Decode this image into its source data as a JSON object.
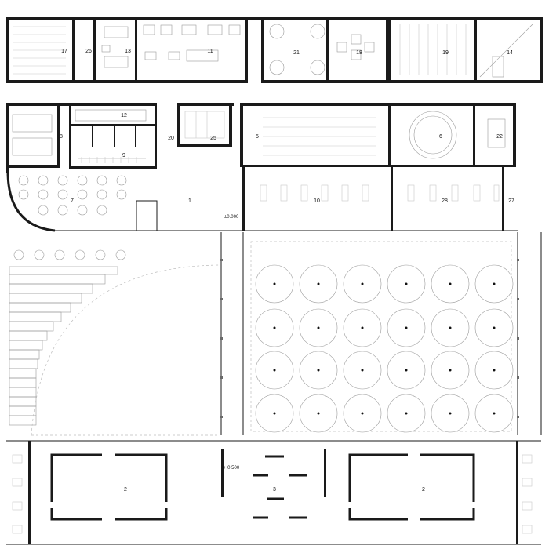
{
  "rooms": {
    "r17": "17",
    "r26": "26",
    "r13": "13",
    "r11": "11",
    "r21": "21",
    "r18": "18",
    "r19": "19",
    "r14": "14",
    "r12": "12",
    "r8": "8",
    "r9": "9",
    "r20": "20",
    "r25": "25",
    "r5": "5",
    "r6": "6",
    "r22": "22",
    "r7": "7",
    "r1": "1",
    "r10": "10",
    "r28": "28",
    "r27": "27",
    "r2a": "2",
    "r2b": "2",
    "r3": "3"
  },
  "levels": {
    "main": "±0.000",
    "raised": "+ 0.500"
  }
}
